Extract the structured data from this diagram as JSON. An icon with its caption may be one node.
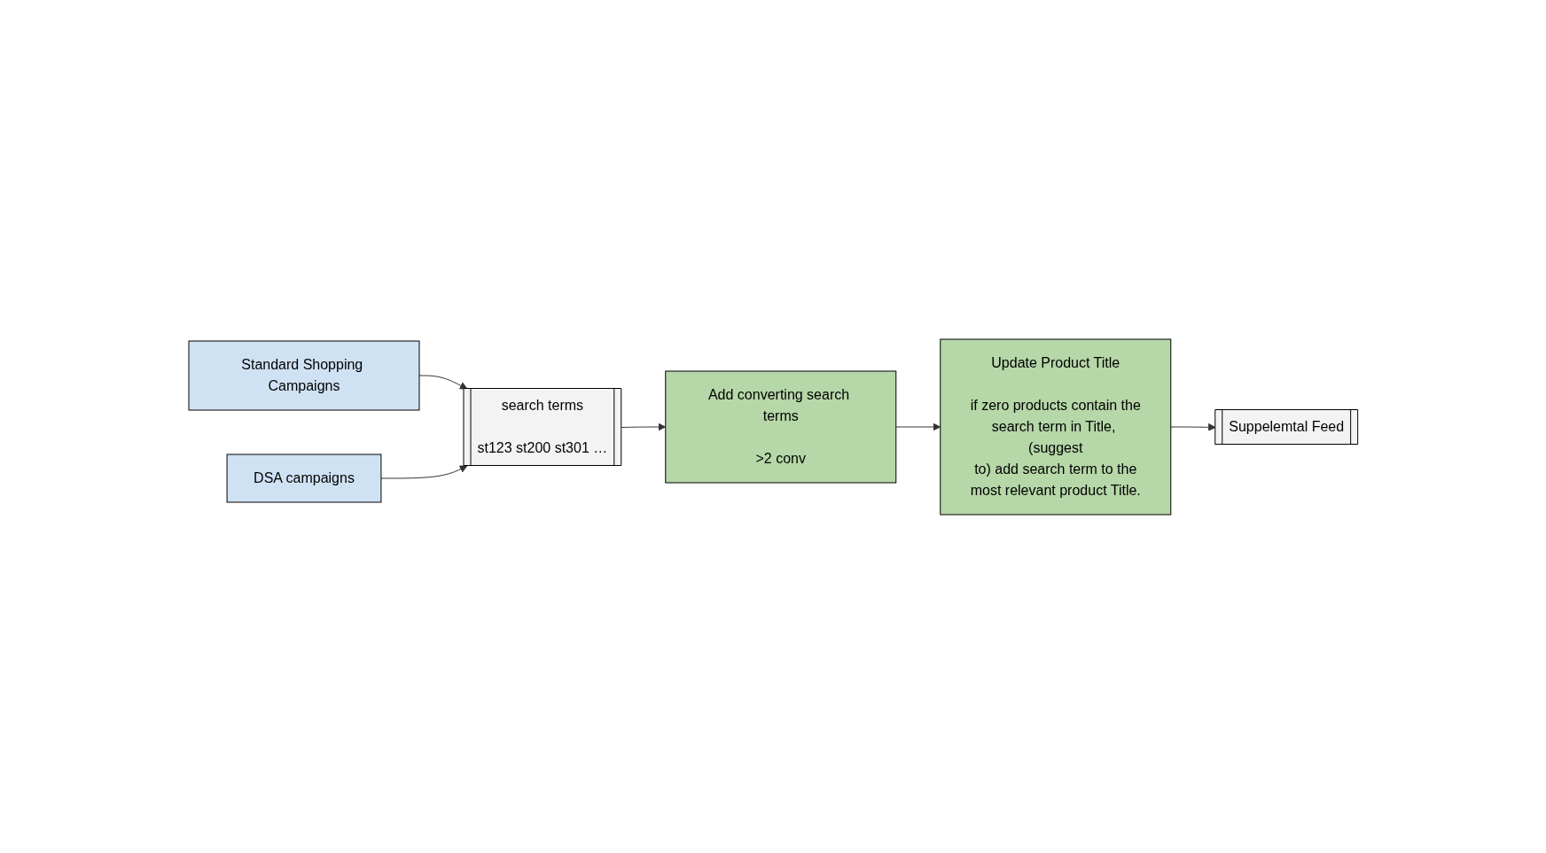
{
  "diagram": {
    "nodes": [
      {
        "text": [
          "Standard Shopping Campaigns"
        ]
      },
      {
        "text": [
          "DSA campaigns"
        ]
      },
      {
        "text": [
          "Add converting search terms",
          ">2 conv"
        ]
      },
      {
        "text": [
          "Update Product Title",
          "if zero products contain the search term in Title, (suggest to) add search term to the most relevant product Title."
        ]
      },
      {
        "text": [
          "search terms",
          "st123 st200 st301 …"
        ]
      },
      {
        "text": [
          "Suppelemtal Feed"
        ]
      }
    ],
    "edges": [
      {
        "from": 0,
        "to": 4,
        "arrow": "to"
      },
      {
        "from": 1,
        "to": 4,
        "arrow": "to"
      },
      {
        "from": 4,
        "to": 2,
        "arrow": "to"
      },
      {
        "from": 2,
        "to": 3,
        "arrow": "to"
      },
      {
        "from": 3,
        "to": 5,
        "arrow": "to"
      }
    ]
  }
}
